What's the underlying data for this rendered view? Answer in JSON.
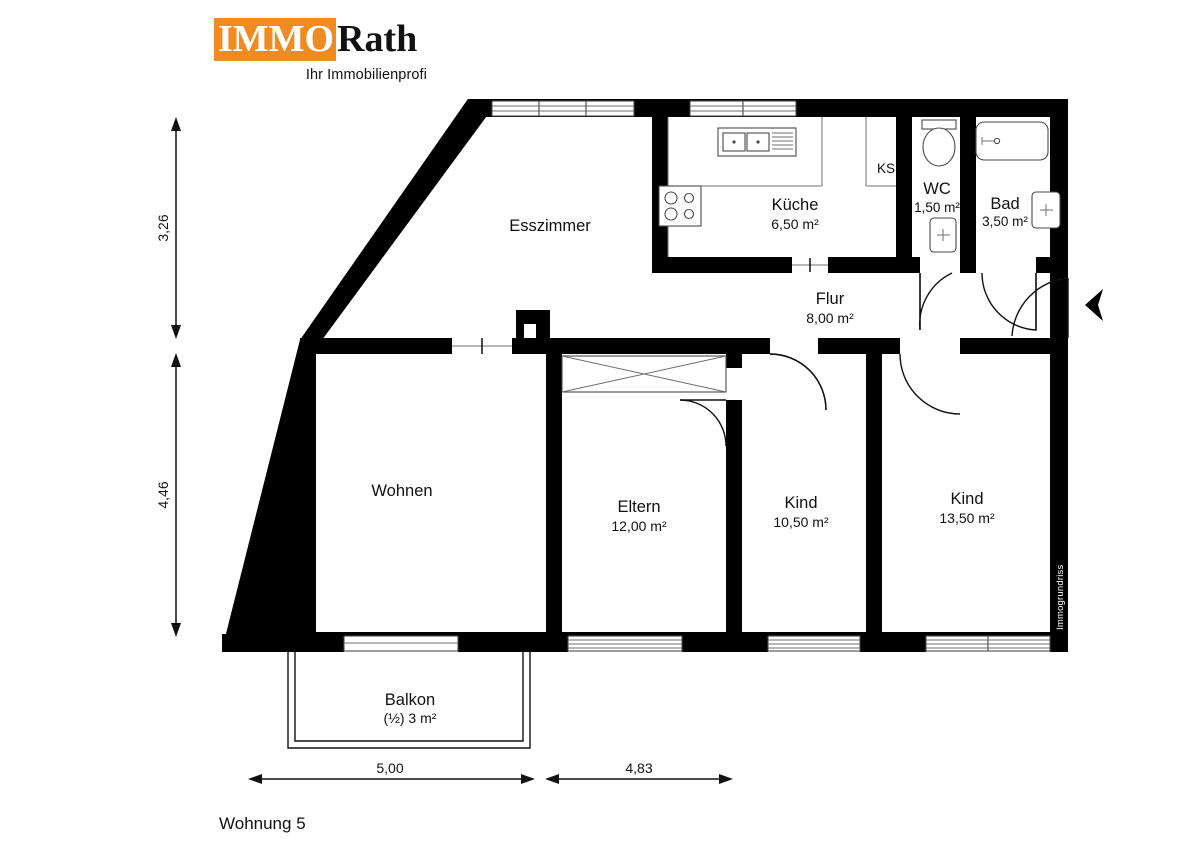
{
  "branding": {
    "logo_immo": "IMMO",
    "logo_rath": "Rath",
    "tagline": "Ihr Immobilienprofi",
    "accent_color": "#F08A22",
    "ink_color": "#111111"
  },
  "plan": {
    "caption": "Wohnung 5",
    "watermark": "Immogrundriss",
    "unit_suffix": "m²"
  },
  "rooms": [
    {
      "id": "esszimmer",
      "name": "Esszimmer",
      "area": ""
    },
    {
      "id": "kueche",
      "name": "Küche",
      "area": "6,50 m²"
    },
    {
      "id": "wc",
      "name": "WC",
      "area": "1,50 m²"
    },
    {
      "id": "bad",
      "name": "Bad",
      "area": "3,50 m²"
    },
    {
      "id": "flur",
      "name": "Flur",
      "area": "8,00 m²"
    },
    {
      "id": "wohnen",
      "name": "Wohnen",
      "area": ""
    },
    {
      "id": "eltern",
      "name": "Eltern",
      "area": "12,00 m²"
    },
    {
      "id": "kind1",
      "name": "Kind",
      "area": "10,50 m²"
    },
    {
      "id": "kind2",
      "name": "Kind",
      "area": "13,50 m²"
    },
    {
      "id": "balkon",
      "name": "Balkon",
      "area": "(½) 3 m²"
    }
  ],
  "annotations": {
    "fridge_label": "KS"
  },
  "dimensions": {
    "vertical": [
      {
        "id": "v-top",
        "value": "3,26"
      },
      {
        "id": "v-bottom",
        "value": "4,46"
      }
    ],
    "horizontal": [
      {
        "id": "h-left",
        "value": "5,00"
      },
      {
        "id": "h-right",
        "value": "4,83"
      }
    ]
  }
}
